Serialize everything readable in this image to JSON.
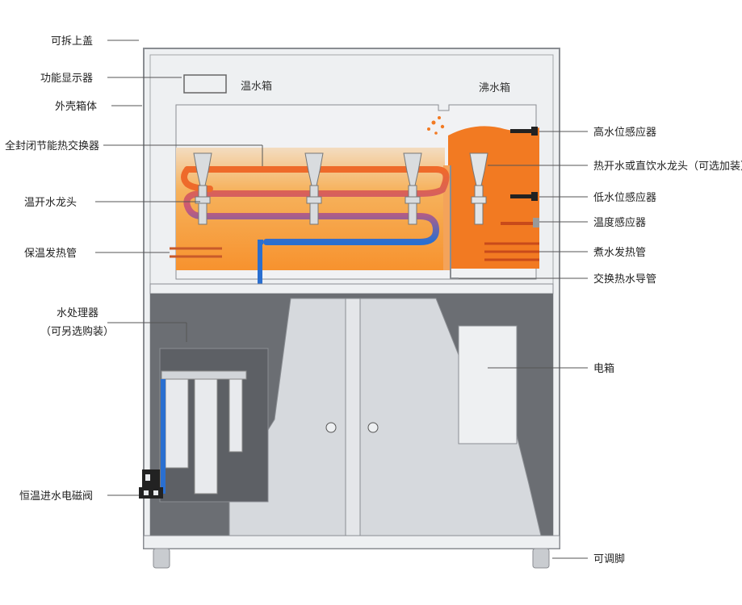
{
  "labels": {
    "top_cover": "可拆上盖",
    "display": "功能显示器",
    "outer_case": "外壳箱体",
    "heat_exchanger": "全封闭节能热交换器",
    "warm_tap": "温开水龙头",
    "warm_heater": "保温发热管",
    "water_processor": "水处理器",
    "water_processor_note": "（可另选购装）",
    "solenoid_valve": "恒温进水电磁阀",
    "warm_tank": "温水箱",
    "boil_tank": "沸水箱",
    "high_sensor": "高水位感应器",
    "hot_tap": "热开水或直饮水龙头（可选加装）",
    "low_sensor": "低水位感应器",
    "temp_sensor": "温度感应器",
    "boil_heater": "煮水发热管",
    "exchange_pipe": "交换热水导管",
    "electric_box": "电箱",
    "feet": "可调脚"
  },
  "colors": {
    "case_outline": "#8a8d92",
    "case_fill": "#eef0f2",
    "lower_dark": "#6b6e73",
    "door": "#d6d9dd",
    "warm_tank_fill": "#f7a13c",
    "boil_tank_fill": "#f27a22",
    "hot_pipe": "#ee6a2a",
    "cold_pipe": "#2a6fd0"
  }
}
